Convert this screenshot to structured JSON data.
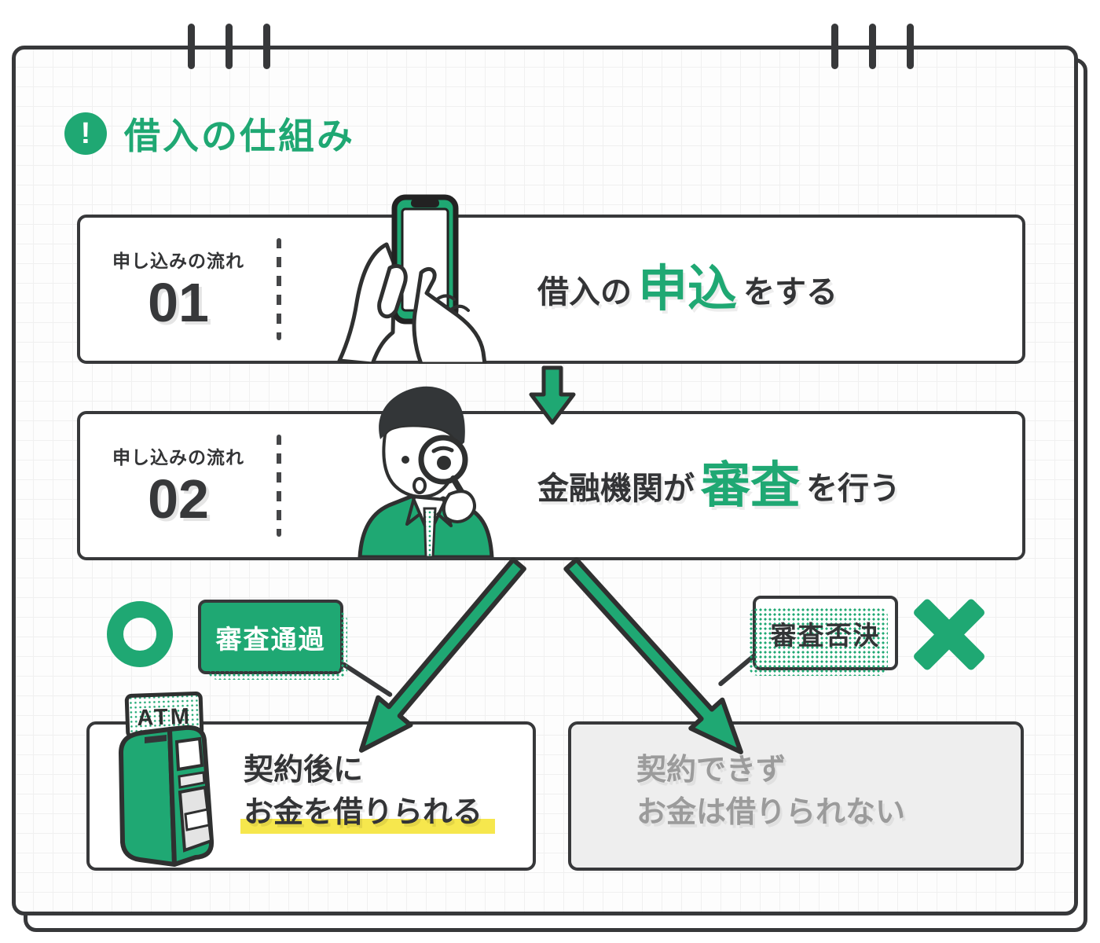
{
  "colors": {
    "green": "#1FA873",
    "ink": "#37383A",
    "muted": "#9B9B9B",
    "highlight": "#F6E74D"
  },
  "title": {
    "icon_glyph": "!",
    "text": "借入の仕組み"
  },
  "steps": [
    {
      "label": "申し込みの流れ",
      "number": "01",
      "illustration": "smartphone-tap",
      "text_pre": "借入の",
      "text_em": "申込",
      "text_post": "をする"
    },
    {
      "label": "申し込みの流れ",
      "number": "02",
      "illustration": "examiner-magnifier",
      "text_pre": "金融機関が",
      "text_em": "審査",
      "text_post": "を行う"
    }
  ],
  "branch": {
    "pass_badge": "審査通過",
    "fail_badge": "審査否決"
  },
  "results": {
    "approved": {
      "atm_label": "ATM",
      "line1": "契約後に",
      "line2": "お金を借りられる"
    },
    "rejected": {
      "line1": "契約できず",
      "line2": "お金は借りられない"
    }
  }
}
